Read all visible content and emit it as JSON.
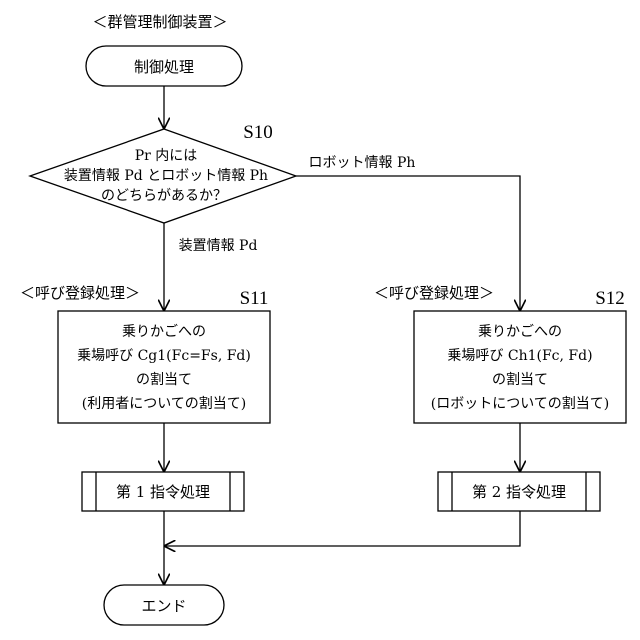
{
  "diagram": {
    "header": "＜群管理制御装置＞",
    "start": {
      "label": "制御処理"
    },
    "decision": {
      "step": "S10",
      "lines": [
        "Pr 内には",
        "装置情報 Pd とロボット情報 Ph",
        "のどちらがあるか？"
      ],
      "branch_down": "装置情報 Pd",
      "branch_right": "ロボット情報 Ph"
    },
    "left_process": {
      "section_label": "＜呼び登録処理＞",
      "step": "S11",
      "lines": [
        "乗りかごへの",
        "乗場呼び Cg1(Fc=Fs, Fd)",
        "の割当て",
        "(利用者についての割当て)"
      ]
    },
    "right_process": {
      "section_label": "＜呼び登録処理＞",
      "step": "S12",
      "lines": [
        "乗りかごへの",
        "乗場呼び Ch1(Fc, Fd)",
        "の割当て",
        "(ロボットについての割当て)"
      ]
    },
    "left_subroutine": {
      "label": "第 1 指令処理"
    },
    "right_subroutine": {
      "label": "第 2 指令処理"
    },
    "end": {
      "label": "エンド"
    }
  }
}
